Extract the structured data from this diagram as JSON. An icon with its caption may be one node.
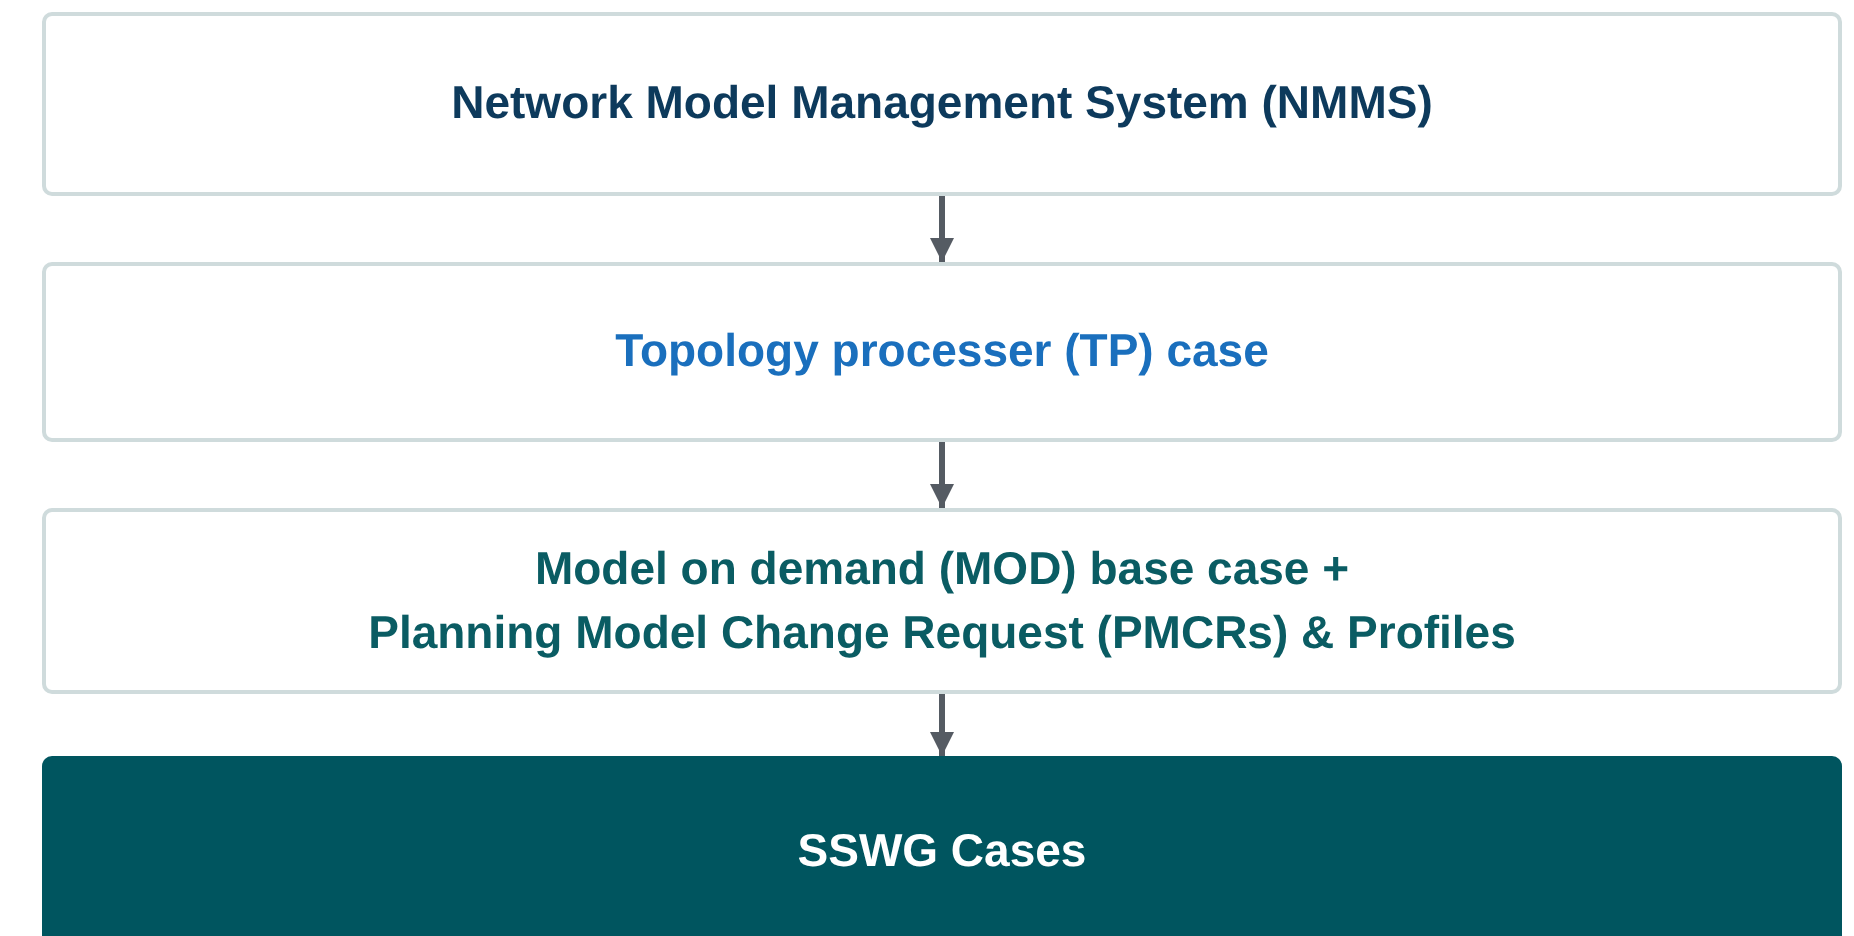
{
  "diagram": {
    "nodes": [
      {
        "text": [
          "Network Model Management System (NMMS)"
        ]
      },
      {
        "text": [
          "Topology processer (TP) case"
        ]
      },
      {
        "text": [
          "Model on demand (MOD) base case + Planning Model Change Request (PMCRs) & Profiles"
        ]
      },
      {
        "text": [
          "SSWG Cases"
        ]
      }
    ],
    "edges": [
      {
        "from": 0,
        "to": 1,
        "arrow": "to"
      },
      {
        "from": 1,
        "to": 2,
        "arrow": "to"
      },
      {
        "from": 2,
        "to": 3,
        "arrow": "to"
      }
    ]
  }
}
